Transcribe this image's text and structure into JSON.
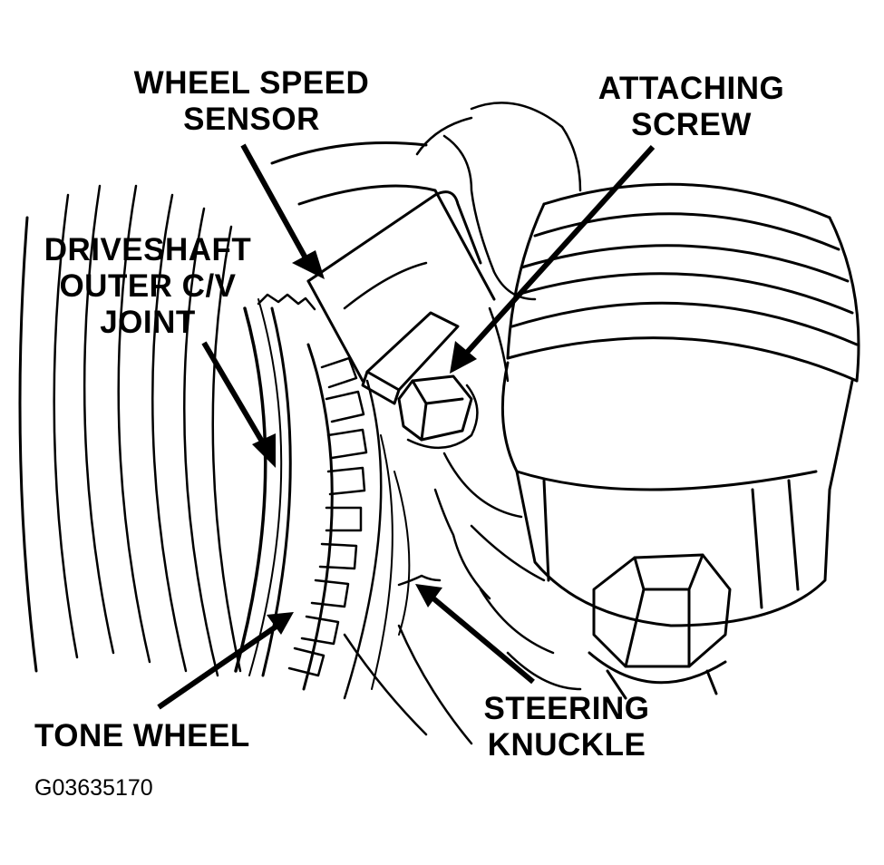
{
  "labels": {
    "wheel_speed_sensor": [
      "WHEEL SPEED",
      "SENSOR"
    ],
    "attaching_screw": [
      "ATTACHING",
      "SCREW"
    ],
    "driveshaft": [
      "DRIVESHAFT",
      "OUTER C/V",
      "JOINT"
    ],
    "tone_wheel": "TONE WHEEL",
    "steering_knuckle": [
      "STEERING",
      "KNUCKLE"
    ]
  },
  "figure_code": "G03635170",
  "colors": {
    "ink": "#000000",
    "paper": "#ffffff"
  }
}
